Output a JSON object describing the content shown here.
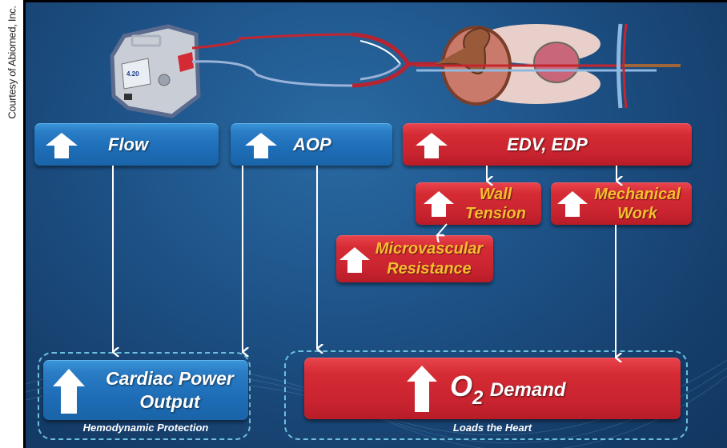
{
  "credit": "Courtesy of Abiomed, Inc.",
  "illustration": {
    "left": "pump-console-with-catheter-tubing",
    "right": "heart-and-vessels-anatomy"
  },
  "colors": {
    "background": "#1f568c",
    "blue_box": "#1d6db7",
    "red_box": "#c92430",
    "yellow_text": "#f7bd2f",
    "dashed_group": "#6cc0dc"
  },
  "boxes": {
    "flow": {
      "label": "Flow",
      "icon": "arrow-up-icon"
    },
    "aop": {
      "label": "AOP",
      "icon": "arrow-up-icon"
    },
    "edv_edp": {
      "label": "EDV, EDP",
      "icon": "arrow-up-icon"
    },
    "wall_tension": {
      "line1": "Wall",
      "line2": "Tension",
      "icon": "arrow-up-icon"
    },
    "mechanical_work": {
      "line1": "Mechanical",
      "line2": "Work",
      "icon": "arrow-up-icon"
    },
    "microvascular_resistance": {
      "line1": "Microvascular",
      "line2": "Resistance",
      "icon": "arrow-up-icon"
    },
    "cardiac_power_output": {
      "line1": "Cardiac Power",
      "line2": "Output",
      "icon": "arrow-up-icon"
    },
    "o2_demand": {
      "o": "O",
      "sub": "2",
      "label": "Demand",
      "icon": "arrow-up-icon"
    }
  },
  "groups": {
    "hemodynamic": "Hemodynamic Protection",
    "loads": "Loads the Heart"
  }
}
